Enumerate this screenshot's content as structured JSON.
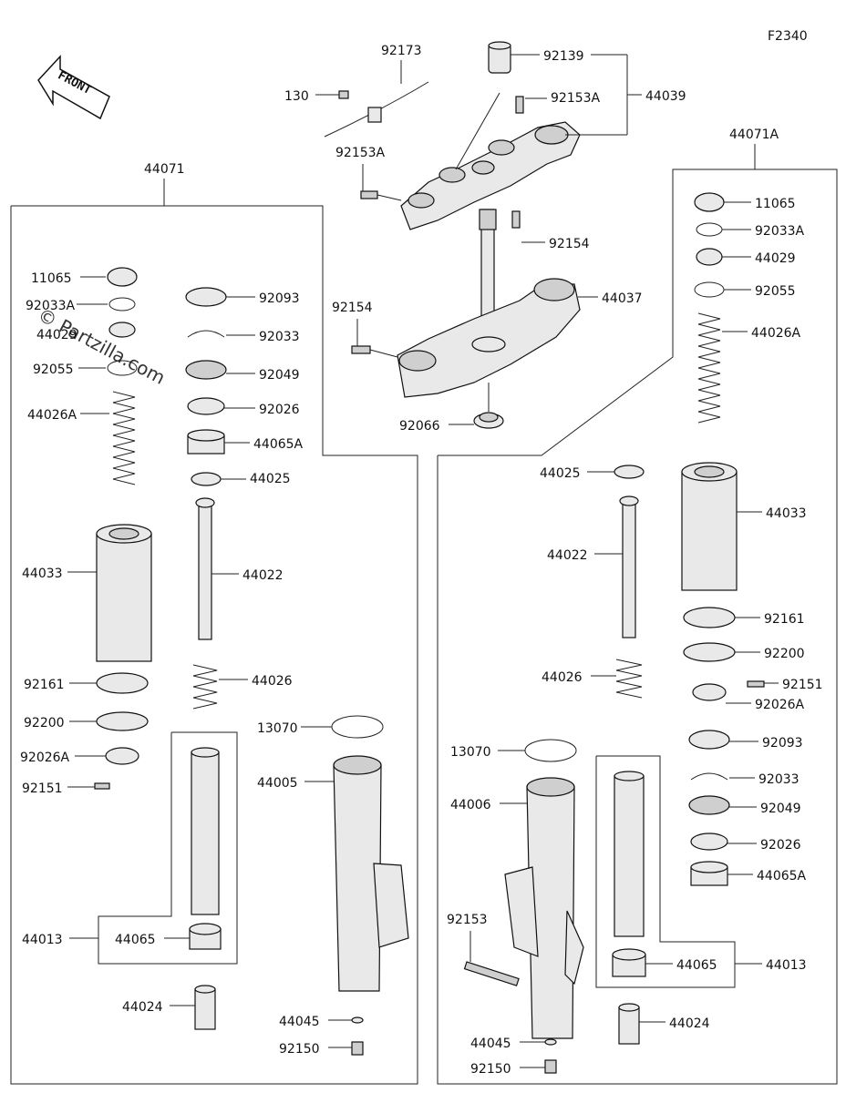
{
  "diagram_id": "F2340",
  "front_label": "FRONT",
  "watermark": "© Partzilla.com",
  "assembly_labels": {
    "fork_left": "44071",
    "fork_right": "44071A",
    "upper_bracket": "44039",
    "damper_left": "44013",
    "damper_right": "44013"
  },
  "steering_labels": {
    "clamp": "92173",
    "bolt_top": "130",
    "cap": "92139",
    "bolt_upper_a": "92153A",
    "bolt_upper_b": "92153A",
    "bolt_lower_a": "92154",
    "bolt_lower_b": "92154",
    "stem": "44037",
    "seal": "92066"
  },
  "left_fork_labels": {
    "cap": "11065",
    "oring_a": "92033A",
    "plug": "44029",
    "oring": "92055",
    "spring": "44026A",
    "cylinder": "44033",
    "plate": "92161",
    "washer": "92200",
    "clamp": "92026A",
    "bolt": "92151",
    "dust_seal": "92093",
    "circlip": "92033",
    "oil_seal": "92049",
    "washer2": "92026",
    "guide_bush": "44065A",
    "bush": "44025",
    "pipe": "44022",
    "rebound_spring": "44026",
    "dust_ring": "13070",
    "outer_tube": "44005",
    "guide_bush2": "44065",
    "piece": "44024",
    "gasket": "44045",
    "drain_bolt": "92150"
  },
  "right_fork_labels": {
    "cap": "11065",
    "oring_a": "92033A",
    "plug": "44029",
    "oring": "92055",
    "spring": "44026A",
    "cylinder": "44033",
    "plate": "92161",
    "washer": "92200",
    "bolt": "92151",
    "clamp": "92026A",
    "dust_seal": "92093",
    "circlip": "92033",
    "oil_seal": "92049",
    "washer2": "92026",
    "guide_bush": "44065A",
    "bush": "44025",
    "pipe": "44022",
    "rebound_spring": "44026",
    "dust_ring": "13070",
    "outer_tube": "44006",
    "axle_bolt": "92153",
    "guide_bush2": "44065",
    "piece": "44024",
    "gasket": "44045",
    "drain_bolt": "92150"
  }
}
